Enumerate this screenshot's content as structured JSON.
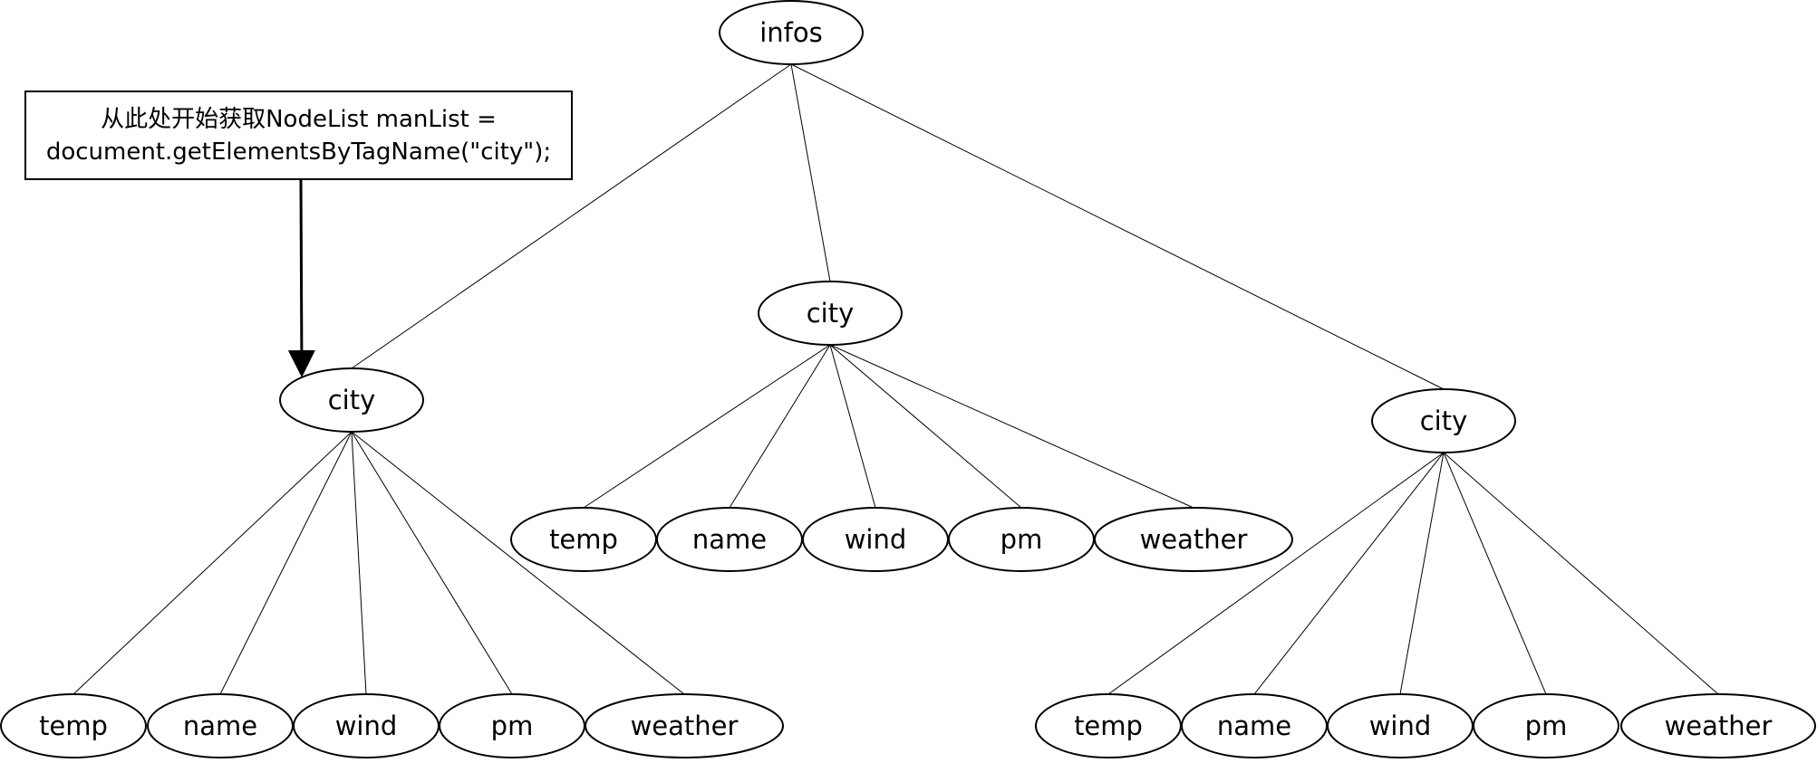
{
  "tree": {
    "root": "infos",
    "children": [
      {
        "label": "city",
        "children": [
          "temp",
          "name",
          "wind",
          "pm",
          "weather"
        ]
      },
      {
        "label": "city",
        "children": [
          "temp",
          "name",
          "wind",
          "pm",
          "weather"
        ]
      },
      {
        "label": "city",
        "children": [
          "temp",
          "name",
          "wind",
          "pm",
          "weather"
        ]
      }
    ]
  },
  "callout": {
    "line1": "从此处开始获取NodeList manList =",
    "line2": "document.getElementsByTagName(\"city\");"
  }
}
